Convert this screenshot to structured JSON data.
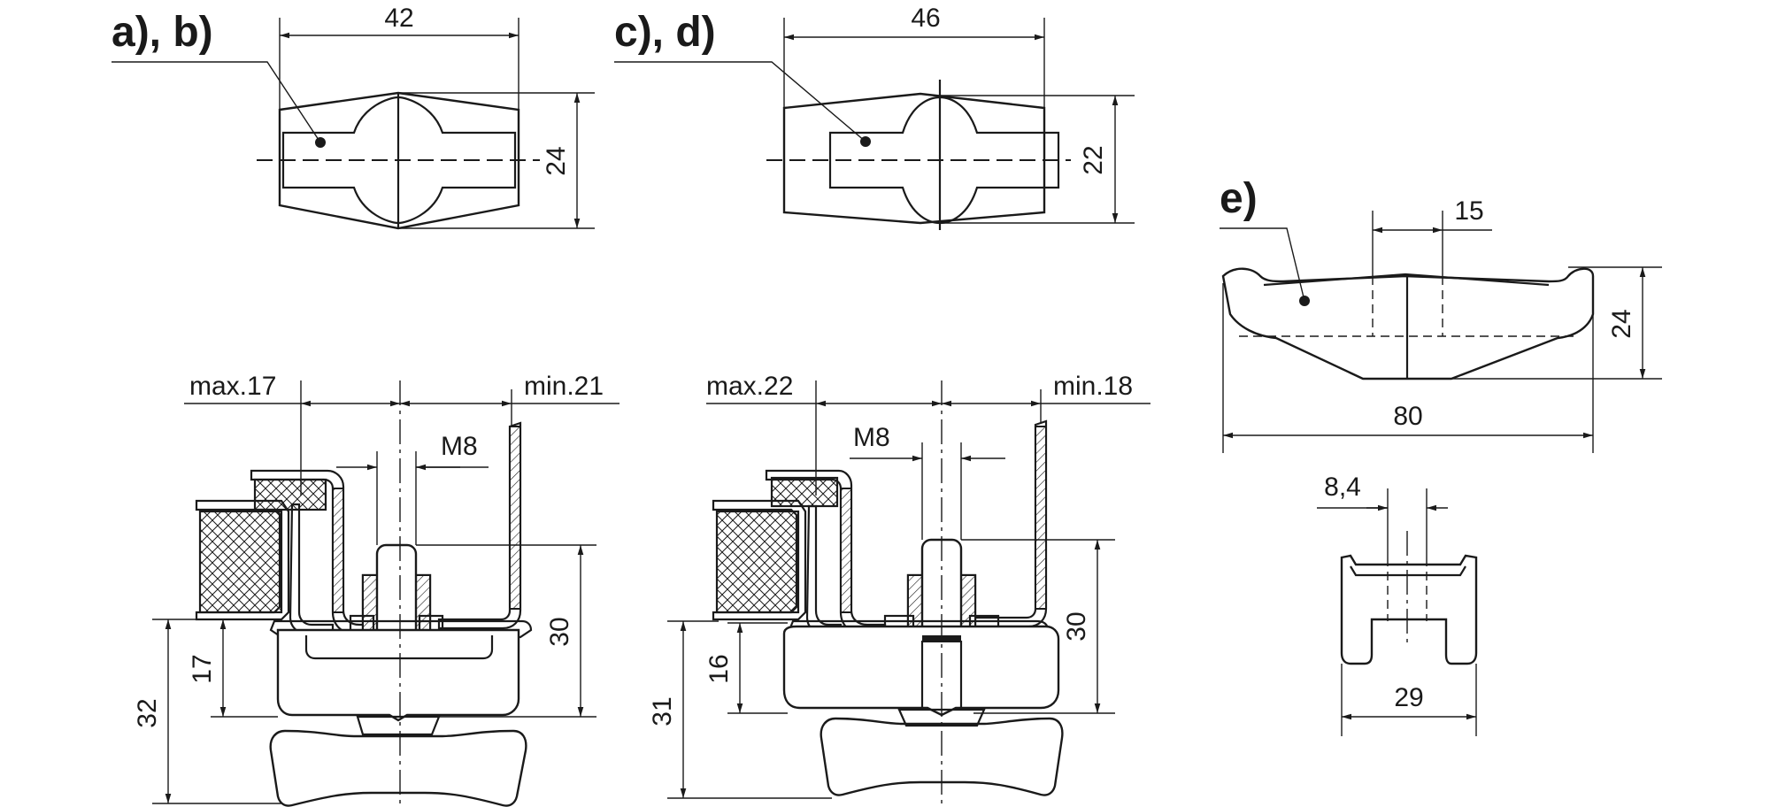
{
  "views": {
    "ab": {
      "label": "a), b)",
      "width": "42",
      "height": "24"
    },
    "cd": {
      "label": "c), d)",
      "width": "46",
      "height": "22"
    },
    "e": {
      "label": "e)",
      "offset": "15",
      "height": "24",
      "length": "80"
    }
  },
  "section_left": {
    "max": "max.17",
    "min": "min.21",
    "thread": "M8",
    "height_30": "30",
    "height_17": "17",
    "height_32": "32"
  },
  "section_mid": {
    "max": "max.22",
    "min": "min.18",
    "thread": "M8",
    "height_30": "30",
    "height_16": "16",
    "height_31": "31"
  },
  "detail_e": {
    "slot": "8,4",
    "width": "29"
  }
}
